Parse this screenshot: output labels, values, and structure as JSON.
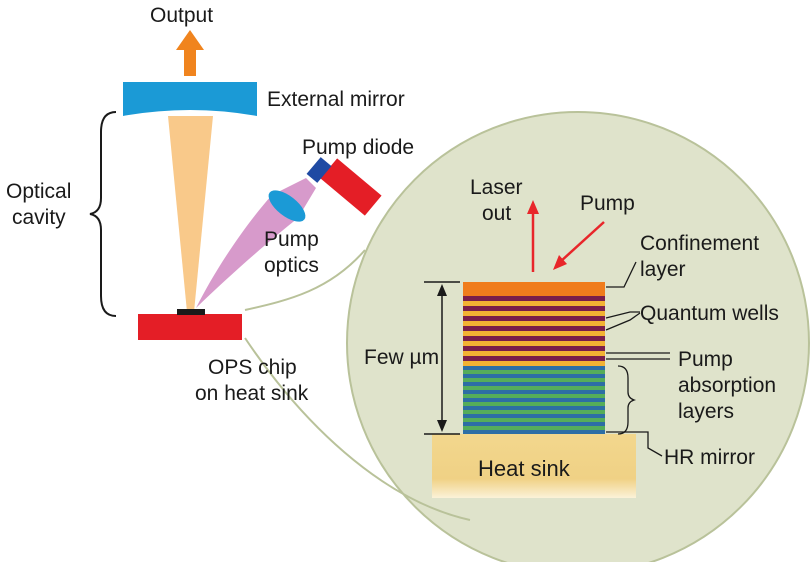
{
  "labels": {
    "output": "Output",
    "external_mirror": "External mirror",
    "optical_cavity": [
      "Optical",
      "cavity"
    ],
    "pump_diode": "Pump diode",
    "pump_optics": [
      "Pump",
      "optics"
    ],
    "ops_chip": [
      "OPS chip",
      "on heat sink"
    ],
    "laser_out": [
      "Laser",
      "out"
    ],
    "pump": "Pump",
    "confinement_layer": [
      "Confinement",
      "layer"
    ],
    "quantum_wells": "Quantum wells",
    "few_um": "Few µm",
    "pump_absorption_layers": [
      "Pump",
      "absorption",
      "layers"
    ],
    "hr_mirror": "HR mirror",
    "heat_sink": "Heat sink"
  },
  "colors": {
    "output_arrow": "#f0841e",
    "external_mirror": "#1b9ad6",
    "laser_beam": "#f9c98a",
    "pump_beam": "#d79acb",
    "pump_lens": "#1b9ad6",
    "pump_diode_body": "#e41e26",
    "pump_diode_cap": "#1f4aa3",
    "chip": "#e41e26",
    "inset_bg": "#dfe3cb",
    "inset_outline": "#b9c29a",
    "confinement": "#f07c1c",
    "qw_dark": "#7a1e4a",
    "qw_light": "#f3b233",
    "absorb_blue": "#2d6ea5",
    "absorb_green": "#55ad5a",
    "heat_sink": "#f2d78d",
    "red_arrow": "#e8262a"
  }
}
